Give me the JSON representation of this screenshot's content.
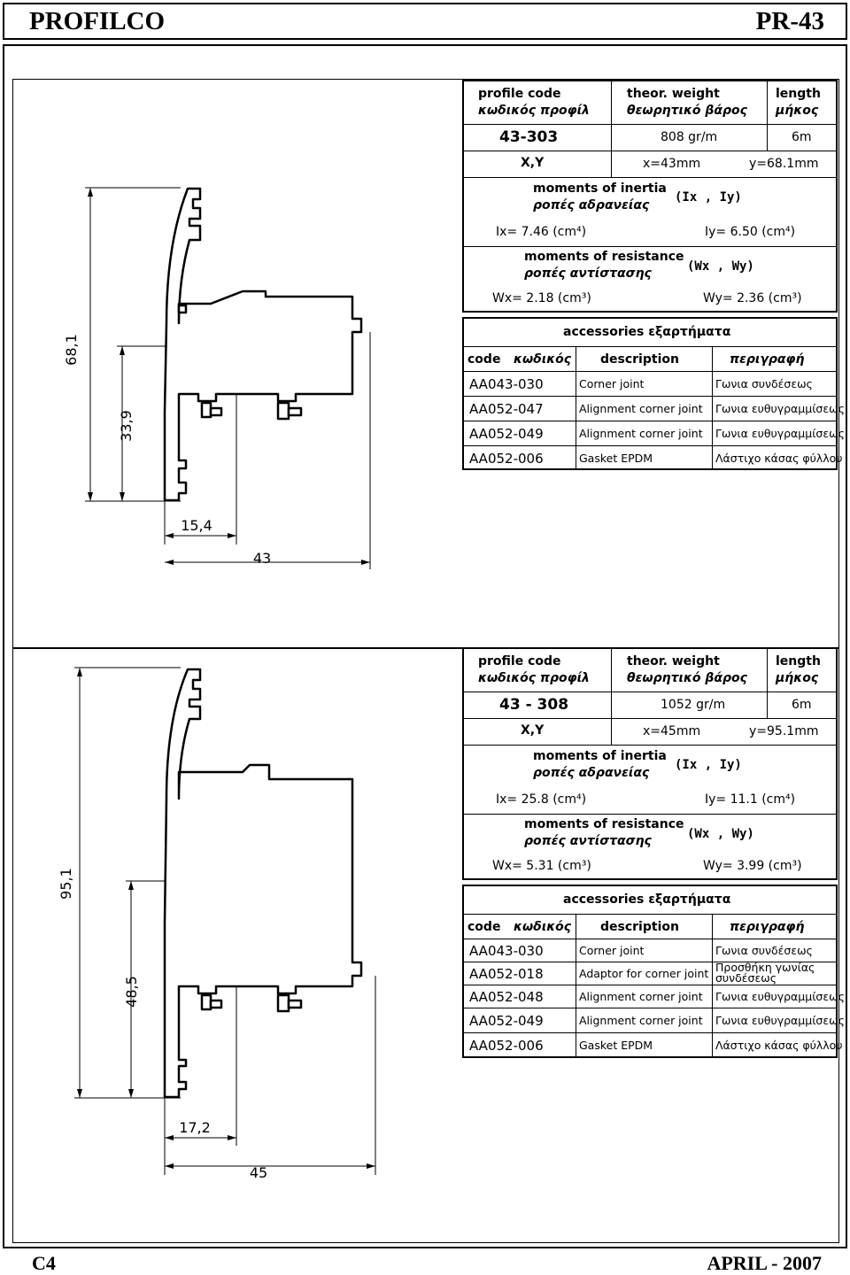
{
  "header": {
    "brand": "PROFILCO",
    "code": "PR-43"
  },
  "footer": {
    "page": "C4",
    "date": "APRIL - 2007"
  },
  "labels": {
    "profile_code_en": "profile   code",
    "profile_code_gr": "κωδικός  προφίλ",
    "weight_en": "theor. weight",
    "weight_gr": "θεωρητικό βάρος",
    "length_en": "length",
    "length_gr": "μήκος",
    "xy": "X,Y",
    "inertia_en": "moments of inertia",
    "inertia_gr": "ροπές αδρανείας",
    "inertia_sym": "(Ix , Iy)",
    "resistance_en": "moments of resistance",
    "resistance_gr": "ροπές αντίστασης",
    "resistance_sym": "(Wx , Wy)",
    "accessories": "accessories εξαρτήματα",
    "acc_code": "code",
    "acc_code_gr": "κωδικός",
    "acc_desc": "description",
    "acc_desc_gr": "περιγραφή"
  },
  "profiles": [
    {
      "code": "43-303",
      "weight": "808 gr/m",
      "length": "6m",
      "x": "x=43mm",
      "y": "y=68.1mm",
      "ix": "Ix= 7.46  (cm⁴)",
      "iy": "Iy= 6.50 (cm⁴)",
      "wx": "Wx= 2.18 (cm³)",
      "wy": "Wy= 2.36 (cm³)",
      "dims": {
        "height": "68,1",
        "inner_height": "33,9",
        "inner_width": "15,4",
        "width": "43"
      },
      "accessories": [
        {
          "code": "AA043-030",
          "desc": "Corner joint",
          "desc_gr": "Γωνια συνδέσεως"
        },
        {
          "code": "AA052-047",
          "desc": "Alignment corner joint",
          "desc_gr": "Γωνια ευθυγραμμίσεως"
        },
        {
          "code": "AA052-049",
          "desc": "Alignment corner joint",
          "desc_gr": "Γωνια ευθυγραμμίσεως"
        },
        {
          "code": "AA052-006",
          "desc": "Gasket EPDM",
          "desc_gr": "Λάστιχο κάσας φύλλου"
        }
      ]
    },
    {
      "code": "43 - 308",
      "weight": "1052 gr/m",
      "length": "6m",
      "x": "x=45mm",
      "y": "y=95.1mm",
      "ix": "Ix= 25.8  (cm⁴)",
      "iy": "Iy= 11.1 (cm⁴)",
      "wx": "Wx= 5.31 (cm³)",
      "wy": "Wy= 3.99 (cm³)",
      "dims": {
        "height": "95,1",
        "inner_height": "48,5",
        "inner_width": "17,2",
        "width": "45"
      },
      "accessories": [
        {
          "code": "AA043-030",
          "desc": "Corner joint",
          "desc_gr": "Γωνια συνδέσεως"
        },
        {
          "code": "AA052-018",
          "desc": "Adaptor for corner joint",
          "desc_gr": "Προσθήκη γωνίας συνδέσεως"
        },
        {
          "code": "AA052-048",
          "desc": "Alignment corner joint",
          "desc_gr": "Γωνια ευθυγραμμίσεως"
        },
        {
          "code": "AA052-049",
          "desc": "Alignment corner joint",
          "desc_gr": "Γωνια ευθυγραμμίσεως"
        },
        {
          "code": "AA052-006",
          "desc": "Gasket EPDM",
          "desc_gr": "Λάστιχο κάσας φύλλου"
        }
      ]
    }
  ]
}
